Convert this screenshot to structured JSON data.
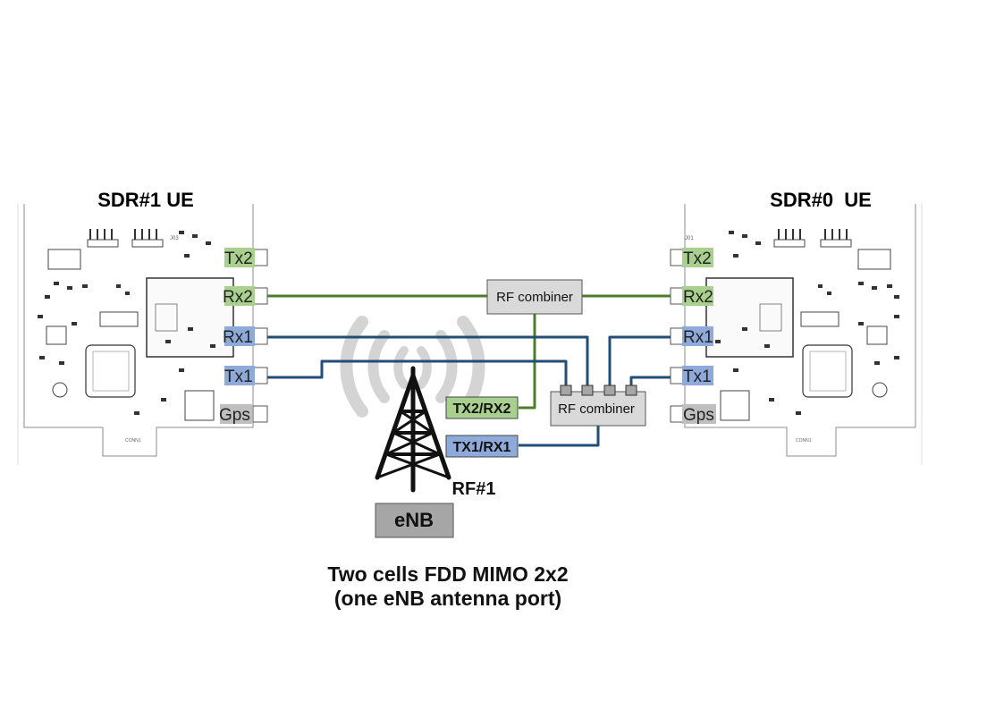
{
  "sdr_left": {
    "title": "SDR#1 UE",
    "ports": [
      "Tx2",
      "Rx2",
      "Rx1",
      "Tx1",
      "Gps"
    ]
  },
  "sdr_right": {
    "title": "SDR#0  UE",
    "ports": [
      "Tx2",
      "Rx2",
      "Rx1",
      "Tx1",
      "Gps"
    ]
  },
  "combiner_top": {
    "label": "RF combiner"
  },
  "combiner_bottom": {
    "label": "RF combiner"
  },
  "enb": {
    "port_tx2_rx2": "TX2/RX2",
    "port_tx1_rx1": "TX1/RX1",
    "rf_label": "RF#1",
    "label": "eNB"
  },
  "caption": {
    "line1": "Two cells FDD MIMO 2x2",
    "line2": "(one eNB antenna port)"
  },
  "colors": {
    "tx2": "#a9d08e",
    "rx2": "#a9d08e",
    "rx1": "#8eaadb",
    "tx1": "#8eaadb",
    "gps": "#bfbfbf",
    "green_cable": "#4e7d2a",
    "blue_cable": "#1f4e79",
    "combiner_fill": "#d9d9d9",
    "enb_fill": "#a6a6a6"
  },
  "board_silkscreen": {
    "left": {
      "ref_top": "J03",
      "ref_bottom": "CONN1"
    },
    "right": {
      "ref_top": "J01",
      "ref_bottom": "CONN1"
    }
  }
}
